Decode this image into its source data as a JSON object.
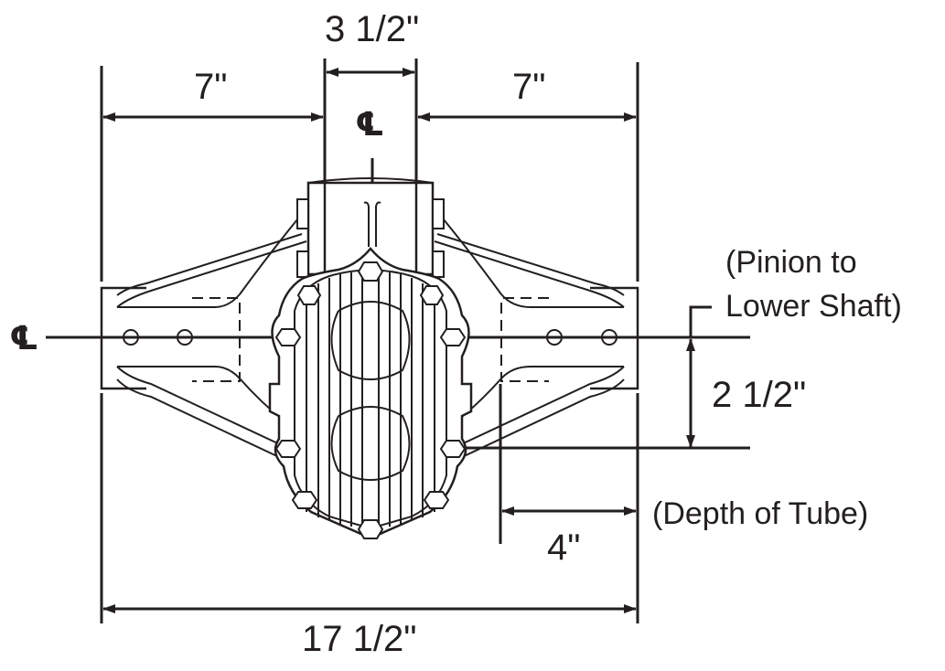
{
  "diagram": {
    "subject": "Differential housing front view with mounting brackets",
    "colors": {
      "line": "#231f20",
      "background": "#ffffff"
    },
    "dimensions": {
      "top_center_width": "3 1/2\"",
      "left_width": "7\"",
      "right_width": "7\"",
      "vertical_offset": "2 1/2\"",
      "tube_depth": "4\"",
      "overall_width": "17 1/2\""
    },
    "notes": {
      "pinion_line1": "(Pinion to",
      "pinion_line2": "Lower Shaft)",
      "depth_of_tube": "(Depth of Tube)"
    },
    "centerline_symbols": {
      "vertical": "℄",
      "horizontal": "℄"
    }
  }
}
